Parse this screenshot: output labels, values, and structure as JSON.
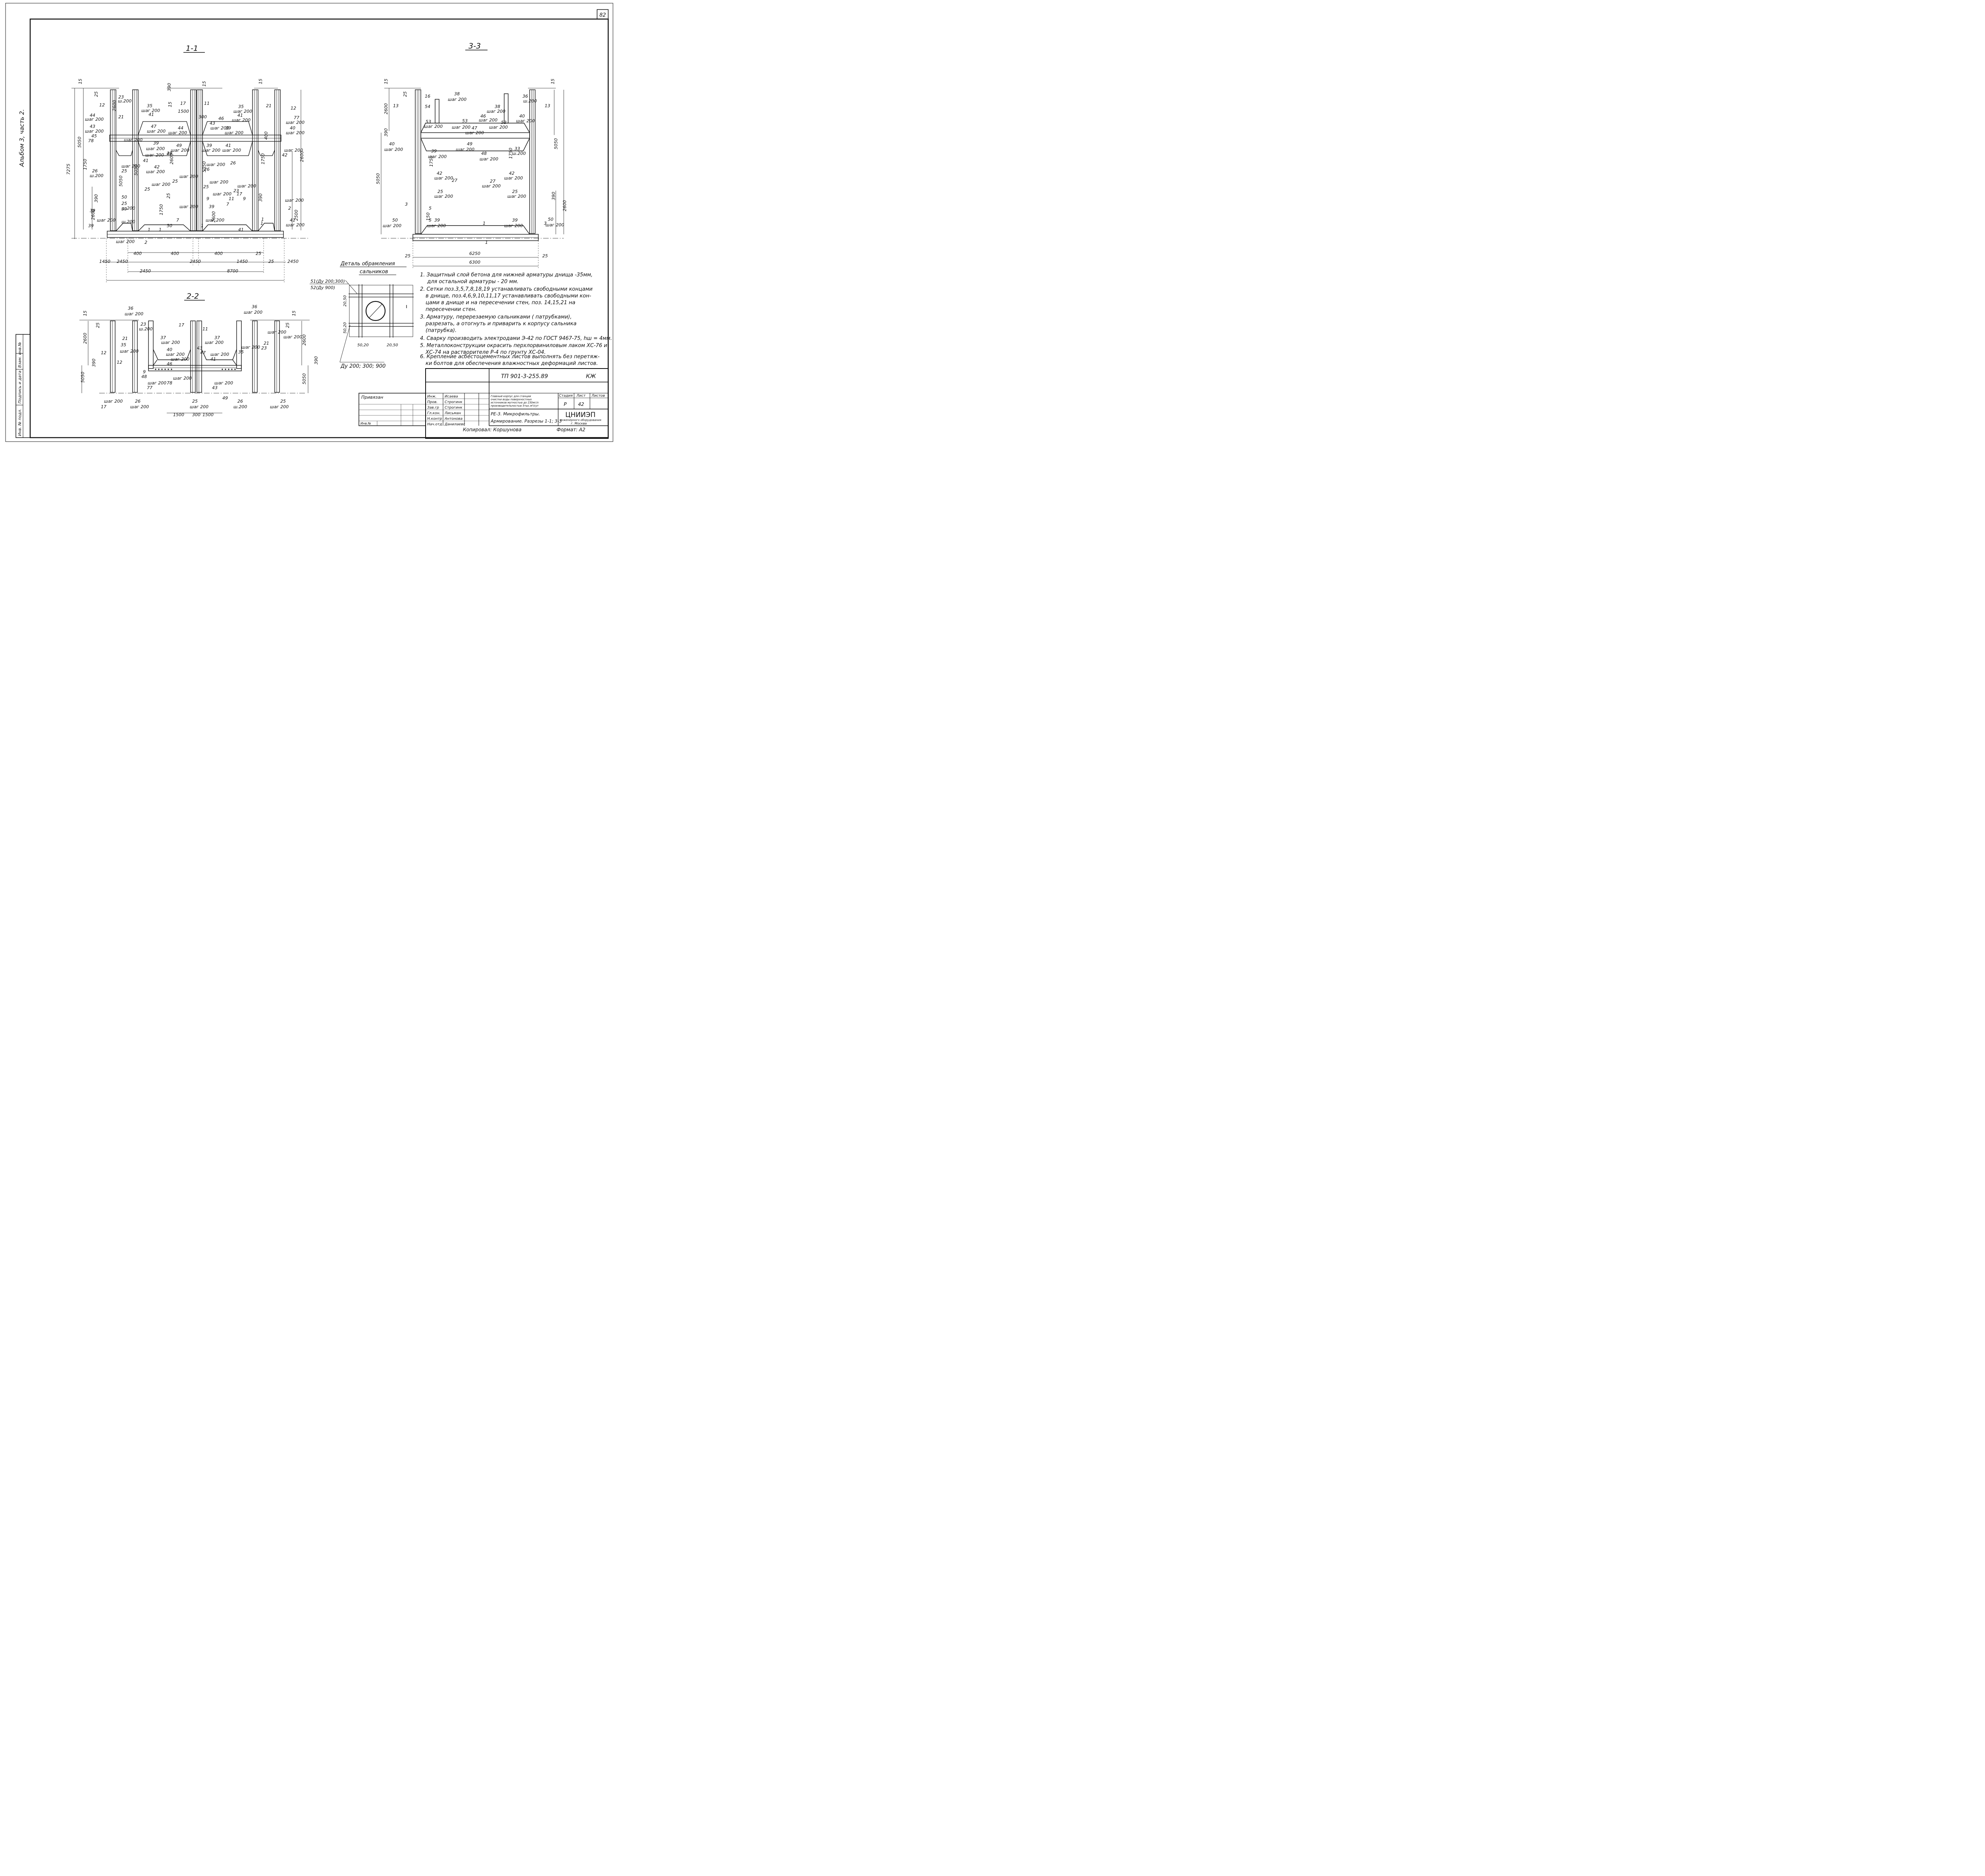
{
  "sheet_number": "82",
  "album": "Альбом 3, часть 2.",
  "sections": {
    "s11": {
      "title": "1-1",
      "marks": [
        "23",
        "ш.200",
        "21",
        "12",
        "35",
        "шаг 200",
        "41",
        "17",
        "11",
        "1500",
        "300",
        "46",
        "35",
        "шаг 200",
        "41",
        "шаг 200",
        "21",
        "12",
        "44",
        "шаг 200",
        "43",
        "шаг 200",
        "77",
        "шаг 200",
        "40",
        "шаг 200",
        "47",
        "шаг 200",
        "44",
        "шаг 200",
        "43",
        "шаг 200",
        "39",
        "шаг 200",
        "45",
        "78",
        "шаг 200",
        "39",
        "шаг 200",
        "49",
        "шаг 200",
        "48",
        "39",
        "шаг 200",
        "41",
        "шаг 200",
        "23",
        "шаг 200",
        "42",
        "шаг 200",
        "41",
        "42",
        "шаг 200",
        "26",
        "ш.200",
        "26",
        "шаг 200",
        "26",
        "шаг 200",
        "25",
        "шаг 200",
        "25",
        "шаг 200",
        "25",
        "шаг 200",
        "25",
        "шаг 200",
        "23",
        "шаг 200",
        "9",
        "25",
        "ш.200",
        "17",
        "11",
        "9",
        "7",
        "50",
        "шаг 200",
        "39",
        "39",
        "шаг 200",
        "39",
        "шаг 200",
        "39",
        "ш.200",
        "7",
        "50",
        "шаг 200",
        "1",
        "1",
        "1",
        "2",
        "41",
        "шаг 200",
        "1",
        "1",
        "41",
        "шаг 200",
        "2"
      ],
      "dims": [
        "15",
        "25",
        "2600",
        "5050",
        "1750",
        "390",
        "2600",
        "7275",
        "5050",
        "5050",
        "2600",
        "1750",
        "390",
        "15",
        "25",
        "15",
        "5050",
        "2600",
        "1750",
        "390",
        "2500",
        "2600",
        "15",
        "400",
        "400",
        "400",
        "400",
        "25",
        "1450",
        "2450",
        "2450",
        "1450",
        "25",
        "2450",
        "2450",
        "8700"
      ]
    },
    "s33": {
      "title": "3-3",
      "marks": [
        "16",
        "38",
        "шаг 200",
        "36",
        "ш.200",
        "13",
        "13",
        "54",
        "53",
        "шаг 200",
        "38",
        "шаг 200",
        "46",
        "шаг 200",
        "53",
        "шаг 200",
        "40",
        "шаг 200",
        "53",
        "шаг 200",
        "47",
        "шаг 200",
        "49",
        "шаг 200",
        "48",
        "шаг 200",
        "40",
        "шаг 200",
        "39",
        "шаг 200",
        "33",
        "ш.200",
        "42",
        "шаг 200",
        "27",
        "27",
        "шаг 200",
        "42",
        "шаг 200",
        "25",
        "шаг 200",
        "25",
        "шаг 200",
        "3",
        "5",
        "5",
        "3",
        "50",
        "шаг 200",
        "39",
        "шаг 200",
        "39",
        "шаг 200",
        "50",
        "шаг 200",
        "1",
        "1"
      ],
      "dims": [
        "15",
        "25",
        "2600",
        "390",
        "5050",
        "1750",
        "5050",
        "15",
        "1750",
        "390",
        "2600",
        "150",
        "25",
        "6250",
        "6300",
        "25"
      ]
    },
    "s22": {
      "title": "2-2",
      "marks": [
        "36",
        "шаг 200",
        "36",
        "шаг 200",
        "23",
        "ш.200",
        "17",
        "11",
        "21",
        "35",
        "шаг 200",
        "37",
        "шаг 200",
        "40",
        "шаг 200",
        "37",
        "шаг 200",
        "43",
        "47",
        "шаг 200",
        "41",
        "шаг 200",
        "35",
        "шаг 200",
        "21",
        "23",
        "шаг 200",
        "12",
        "12",
        "9",
        "48",
        "шаг 200",
        "46",
        "шаг 200",
        "77",
        "шаг 200",
        "78",
        "шаг 200",
        "43",
        "49",
        "шаг 200",
        "17",
        "26",
        "шаг 200",
        "25",
        "шаг 200",
        "26",
        "ш.200",
        "25",
        "шаг 200",
        "26",
        "шаг 200"
      ],
      "dims": [
        "15",
        "25",
        "2600",
        "390",
        "5050",
        "15",
        "25",
        "2600",
        "390",
        "5050",
        "1500",
        "300",
        "1500"
      ]
    }
  },
  "detail": {
    "title_line1": "Деталь обрамления",
    "title_line2": "сальников",
    "callout1": "51(Ду 200;300)",
    "callout2": "52(Ду 900)",
    "dims": [
      "20,50",
      "50,20",
      "50,20",
      "20,50"
    ],
    "bottom_label": "Ду 200; 300; 900"
  },
  "notes": [
    "1. Защитный слой бетона для нижней арматуры днища -35мм, для остальной арматуры - 20 мм.",
    "2. Сетки поз.3,5,7,8,18,19 устанавливать свободными концами в днище, поз.4,6,9,10,11,17 устанавливать свободными концами в днище и на пересечении стен, поз. 14,15,21 на пересечении стен.",
    "3. Арматуру, перерезаемую сальниками ( патрубками), разрезать, а отогнуть и приварить к корпусу сальника (патрубка).",
    "4. Сварку производить электродами Э-42 по ГОСТ 9467-75, hш = 4мм.",
    "5. Металлоконструкции окрасить перхлорвиниловым лаком ХС-76 и ХС-74 на растворителе Р-4 по грунту ХС-04.",
    "6. Крепление асбестоцементных листов выполнять без перетяжки болтов для обеспечения влажностных деформаций листов."
  ],
  "title_block": {
    "doc_code": "ТП 901-3-255.89",
    "mark": "КЖ",
    "roles": [
      "Инж.",
      "Пров.",
      "Зав.гр",
      "Гл.кон.",
      "Н.контр",
      "Нач.отд"
    ],
    "names": [
      "Исаева",
      "Строгинк",
      "Строгинк",
      "Лисьман",
      "Антонова",
      "Данилаевс"
    ],
    "project": "Главный корпус для станции очистки воды поверхностных источников мутностью до 150мг/л производительностью 5тыс.м³/сут",
    "stage_header": "Стадия",
    "sheet_header": "Лист",
    "sheets_header": "Листов",
    "stage": "Р",
    "sheet": "42",
    "sheets": "",
    "drawing_title": "РЕ-3. Микрофильтры. Армирование. Разрезы 1-1; 3-3",
    "org": "ЦНИИЭП",
    "org_full": "инженерного оборудования",
    "city": "г. Москва",
    "privyazan": "Привязан",
    "inv_label": "Инв.№",
    "copied": "Копировал: Коршунова",
    "format": "Формат: А2"
  },
  "margin_labels": [
    "Инв. № подл.",
    "Подпись и дата",
    "Взам. инв.№"
  ]
}
